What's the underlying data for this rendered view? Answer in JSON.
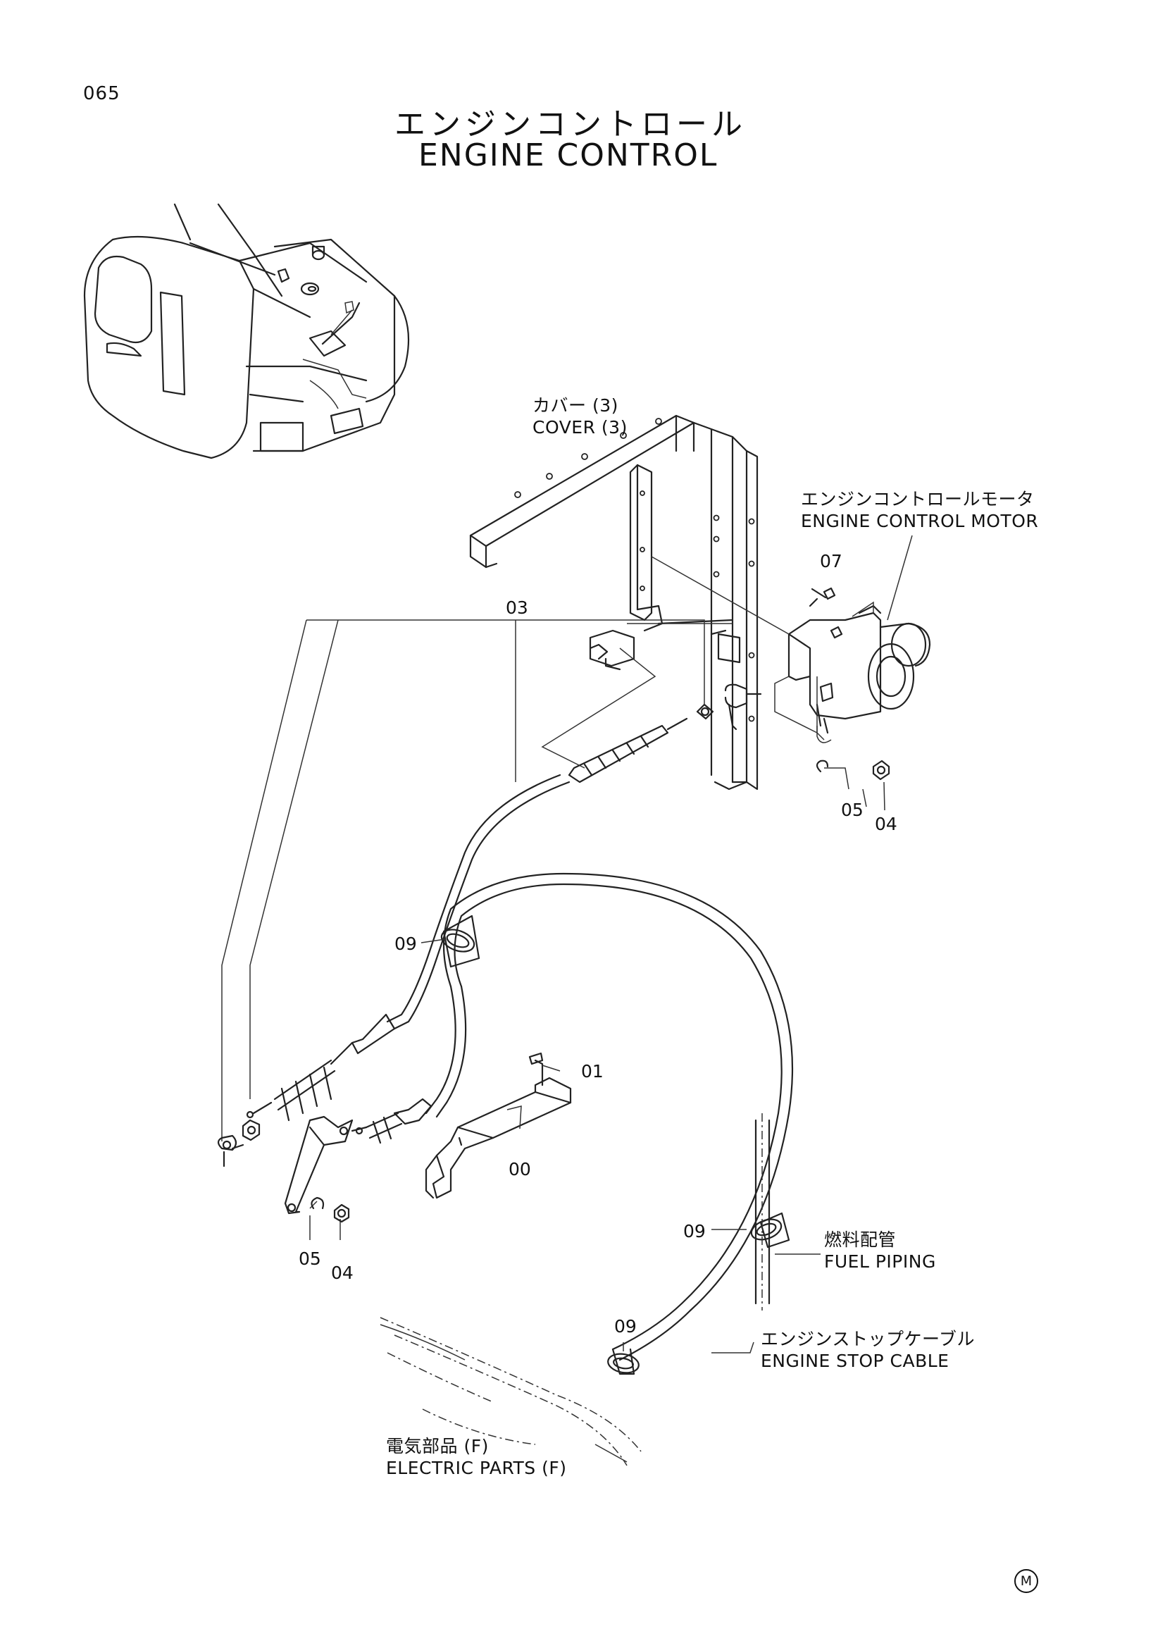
{
  "page_number": "065",
  "title": {
    "jp": "エンジンコントロール",
    "en": "ENGINE CONTROL"
  },
  "labels": {
    "cover": {
      "jp": "カバー (3)",
      "en": "COVER (3)"
    },
    "motor": {
      "jp": "エンジンコントロールモータ",
      "en": "ENGINE CONTROL MOTOR"
    },
    "fuel": {
      "jp": "燃料配管",
      "en": "FUEL PIPING"
    },
    "stop_cable": {
      "jp": "エンジンストップケーブル",
      "en": "ENGINE STOP CABLE"
    },
    "electric": {
      "jp": "電気部品 (F)",
      "en": "ELECTRIC PARTS (F)"
    }
  },
  "part_numbers": {
    "p03": "03",
    "p07": "07",
    "p05_top": "05",
    "p04_top": "04",
    "p09_a": "09",
    "p01": "01",
    "p00": "00",
    "p05_bot": "05",
    "p04_bot": "04",
    "p09_b": "09",
    "p09_c": "09"
  },
  "corner_mark": "M"
}
